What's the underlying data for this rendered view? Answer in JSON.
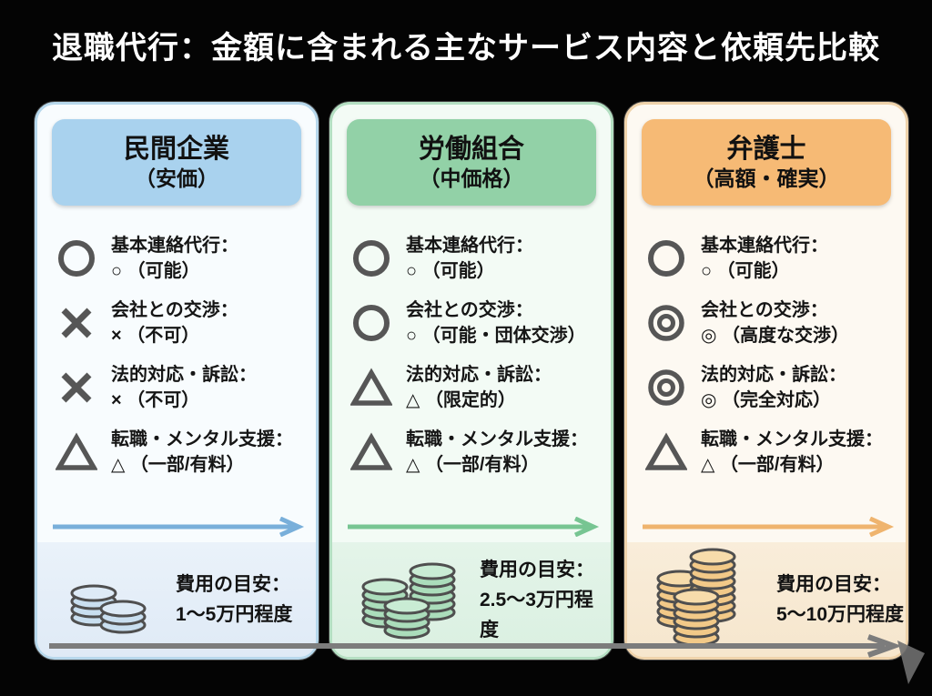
{
  "title": "退職代行：金額に含まれる主なサービス内容と依頼先比較",
  "colors": {
    "background": "#040404",
    "title_text": "#ffffff",
    "symbol_gray": "#565656",
    "long_arrow_gray": "#7c7c7c",
    "column_accents": [
      {
        "header_bg": "#a9d2ee",
        "card_bg": "#f8fcfe",
        "card_border": "#b7d8ec",
        "panel_bg": "#eaf2fa",
        "arrow": "#79afda",
        "coin_fill": "#c9dff0",
        "coin_top": "#ddeaf6"
      },
      {
        "header_bg": "#92d1a7",
        "card_bg": "#f3fbf5",
        "card_border": "#b4dfc2",
        "panel_bg": "#e4f4e9",
        "arrow": "#77c592",
        "coin_fill": "#abddbb",
        "coin_top": "#c9ecd4"
      },
      {
        "header_bg": "#f6ba75",
        "card_bg": "#fdf9f2",
        "card_border": "#efd3ab",
        "panel_bg": "#f9edda",
        "arrow": "#efb46e",
        "coin_fill": "#f2c988",
        "coin_top": "#f7dcab"
      }
    ]
  },
  "columns": [
    {
      "header": {
        "title": "民間企業",
        "subtitle": "（安価）"
      },
      "items": [
        {
          "icon": "circle-icon",
          "label": "基本連絡代行：",
          "value": "○ （可能）"
        },
        {
          "icon": "cross-icon",
          "label": "会社との交渉：",
          "value": "× （不可）"
        },
        {
          "icon": "cross-icon",
          "label": "法的対応・訴訟：",
          "value": "× （不可）"
        },
        {
          "icon": "triangle-icon",
          "label": "転職・メンタル支援：",
          "value": "△ （一部/有料）"
        }
      ],
      "cost": {
        "icon": "coins-icon",
        "label": "費用の目安：",
        "value": "1〜5万円程度"
      }
    },
    {
      "header": {
        "title": "労働組合",
        "subtitle": "（中価格）"
      },
      "items": [
        {
          "icon": "circle-icon",
          "label": "基本連絡代行：",
          "value": "○ （可能）"
        },
        {
          "icon": "circle-icon",
          "label": "会社との交渉：",
          "value": "○ （可能・団体交渉）"
        },
        {
          "icon": "triangle-icon",
          "label": "法的対応・訴訟：",
          "value": "△ （限定的）"
        },
        {
          "icon": "triangle-icon",
          "label": "転職・メンタル支援：",
          "value": "△ （一部/有料）"
        }
      ],
      "cost": {
        "icon": "coins-icon",
        "label": "費用の目安：",
        "value": "2.5〜3万円程度"
      }
    },
    {
      "header": {
        "title": "弁護士",
        "subtitle": "（高額・確実）"
      },
      "items": [
        {
          "icon": "circle-icon",
          "label": "基本連絡代行：",
          "value": "○ （可能）"
        },
        {
          "icon": "double-circle-icon",
          "label": "会社との交渉：",
          "value": "◎ （高度な交渉）"
        },
        {
          "icon": "double-circle-icon",
          "label": "法的対応・訴訟：",
          "value": "◎ （完全対応）"
        },
        {
          "icon": "triangle-icon",
          "label": "転職・メンタル支援：",
          "value": "△ （一部/有料）"
        }
      ],
      "cost": {
        "icon": "coins-icon",
        "label": "費用の目安：",
        "value": "5〜10万円程度"
      }
    }
  ]
}
